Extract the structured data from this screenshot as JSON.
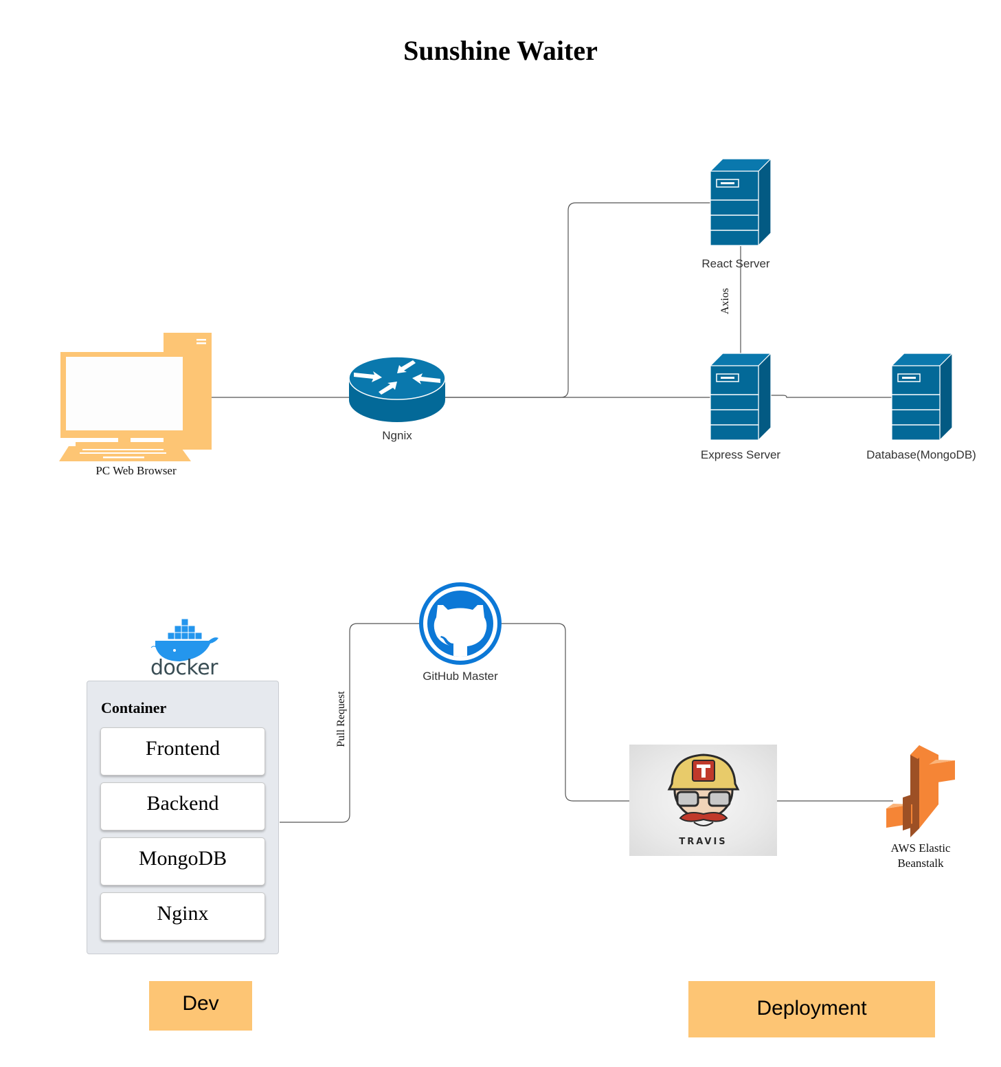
{
  "title": "Sunshine Waiter",
  "nodes": {
    "pc": "PC Web Browser",
    "ngnix": "Ngnix",
    "react": "React Server",
    "express": "Express Server",
    "database": "Database(MongoDB)",
    "github": "GitHub Master",
    "travis": "TRAVIS",
    "aws_line1": "AWS Elastic",
    "aws_line2": "Beanstalk",
    "docker": "docker"
  },
  "edge_labels": {
    "axios": "Axios",
    "pull_request": "Pull Request"
  },
  "container": {
    "title": "Container",
    "services": [
      "Frontend",
      "Backend",
      "MongoDB",
      "Nginx"
    ]
  },
  "stages": {
    "dev": "Dev",
    "deployment": "Deployment"
  },
  "colors": {
    "server_blue": "#036998",
    "pc_orange": "#fdc574",
    "github_blue": "#0c78d6",
    "docker_blue": "#2496ed",
    "aws_orange": "#f58536",
    "tag_orange": "#fdc574",
    "connector": "#555555"
  },
  "icons": [
    "desktop-computer-icon",
    "router-icon",
    "server-icon",
    "github-icon",
    "docker-whale-icon",
    "travis-mascot-icon",
    "aws-elastic-beanstalk-icon"
  ]
}
